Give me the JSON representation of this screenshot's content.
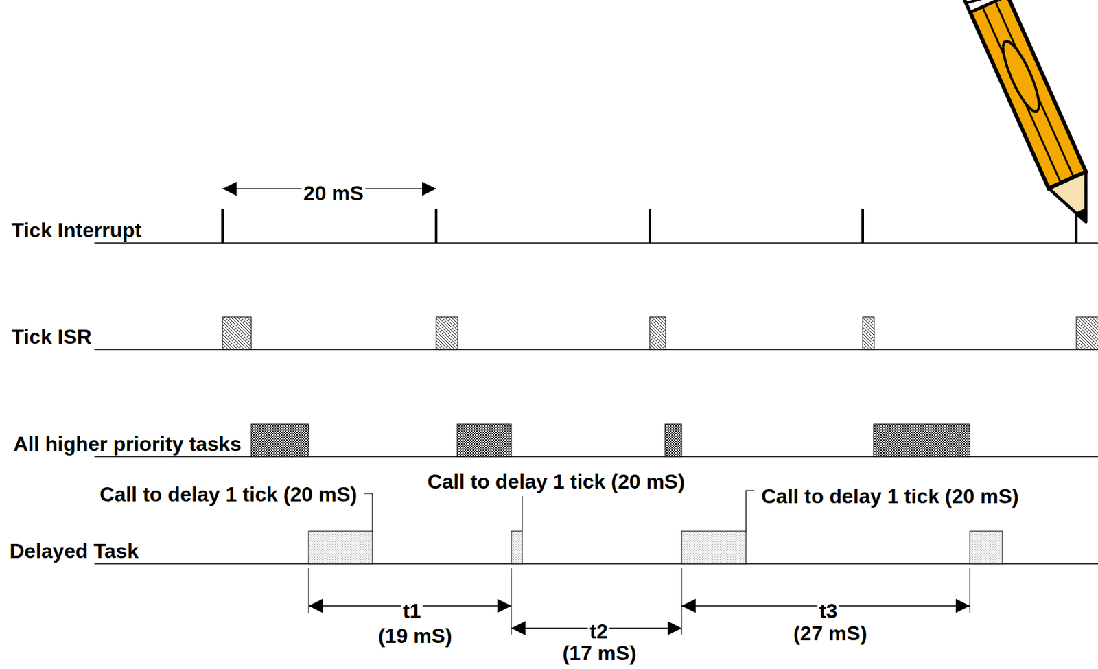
{
  "diagram": {
    "labels": [
      "20 mS",
      "Tick Interrupt",
      "Tick ISR",
      "All higher priority tasks",
      "Call to delay 1 tick (20 mS)",
      "Call to delay 1 tick (20 mS)",
      "Call to delay 1 tick (20 mS)",
      "Delayed Task",
      "t1",
      "(19 mS)",
      "t2",
      "(17 mS)",
      "t3",
      "(27 mS)"
    ]
  }
}
